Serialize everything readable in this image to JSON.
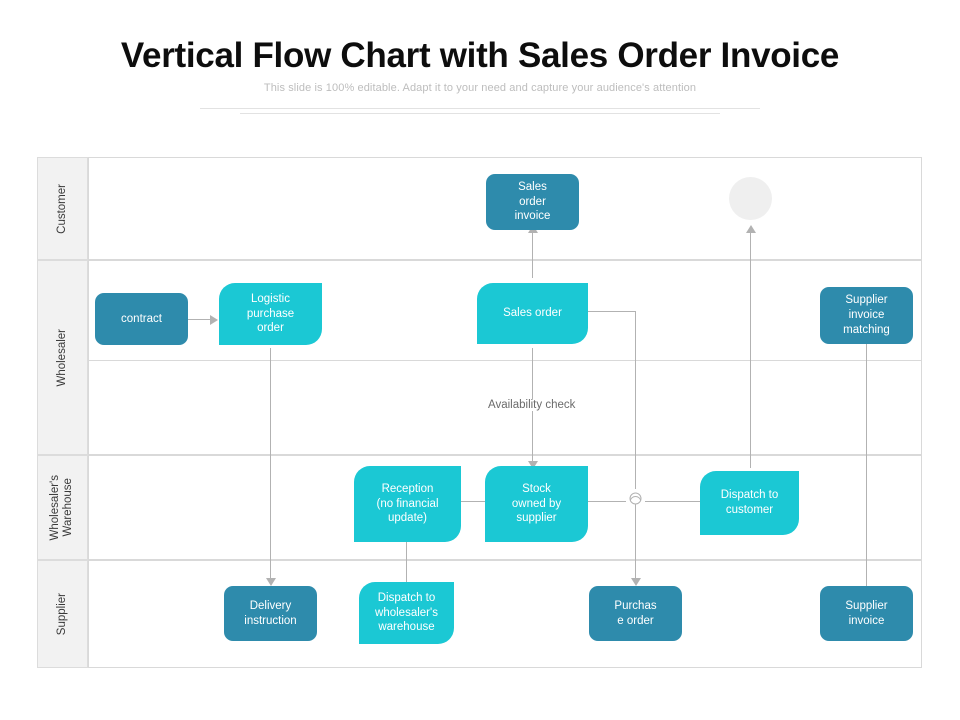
{
  "header": {
    "title": "Vertical Flow Chart with Sales Order Invoice",
    "subtitle": "This slide is 100% editable. Adapt it to your need and capture your audience's attention"
  },
  "colors": {
    "dark_teal": "#2E8BAC",
    "bright_cyan": "#1BC8D4",
    "connector_gray": "#B2B2B2",
    "lane_header_bg": "#F2F2F2",
    "circle_gray": "#EFEFEF",
    "title_text": "#0D0D0D",
    "subtitle_text": "#BDBDBD"
  },
  "lanes": [
    {
      "id": "customer",
      "label": "Customer"
    },
    {
      "id": "wholesaler",
      "label": "Wholesaler"
    },
    {
      "id": "warehouse",
      "label": "Wholesaler's\nWarehouse"
    },
    {
      "id": "supplier",
      "label": "Supplier"
    }
  ],
  "nodes": [
    {
      "id": "sales-order-invoice",
      "label": "Sales\norder\ninvoice",
      "lane": "customer",
      "style": "dark"
    },
    {
      "id": "customer-endpoint",
      "label": "",
      "lane": "customer",
      "style": "circle"
    },
    {
      "id": "contract",
      "label": "contract",
      "lane": "wholesaler",
      "style": "dark"
    },
    {
      "id": "logistic-purchase-order",
      "label": "Logistic\npurchase\norder",
      "lane": "wholesaler",
      "style": "cyan"
    },
    {
      "id": "sales-order",
      "label": "Sales order",
      "lane": "wholesaler",
      "style": "cyan"
    },
    {
      "id": "supplier-invoice-matching",
      "label": "Supplier\ninvoice\nmatching",
      "lane": "wholesaler",
      "style": "dark"
    },
    {
      "id": "reception",
      "label": "Reception\n(no financial\nupdate)",
      "lane": "warehouse",
      "style": "cyan"
    },
    {
      "id": "stock-owned-by-supplier",
      "label": "Stock\nowned by\nsupplier",
      "lane": "warehouse",
      "style": "cyan"
    },
    {
      "id": "dispatch-to-customer",
      "label": "Dispatch to\ncustomer",
      "lane": "warehouse",
      "style": "cyan"
    },
    {
      "id": "delivery-instruction",
      "label": "Delivery\ninstruction",
      "lane": "supplier",
      "style": "dark"
    },
    {
      "id": "dispatch-to-warehouse",
      "label": "Dispatch to\nwholesaler's\nwarehouse",
      "lane": "supplier",
      "style": "cyan"
    },
    {
      "id": "purchase-order",
      "label": "Purchas\ne order",
      "lane": "supplier",
      "style": "dark"
    },
    {
      "id": "supplier-invoice",
      "label": "Supplier\ninvoice",
      "lane": "supplier",
      "style": "dark"
    }
  ],
  "annotations": [
    {
      "id": "availability-check",
      "label": "Availability check"
    }
  ]
}
